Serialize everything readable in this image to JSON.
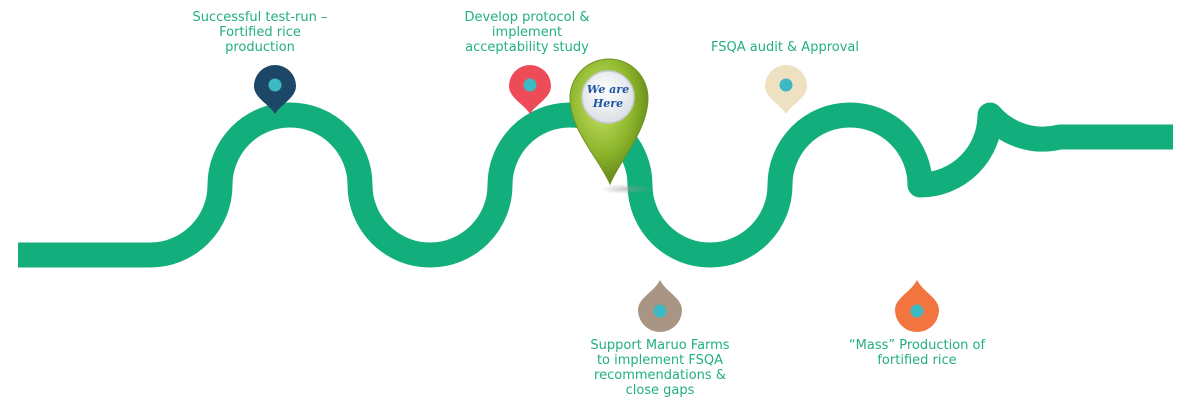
{
  "milestones": [
    {
      "lines": [
        "Successful test-run –",
        "Fortified rice",
        "production"
      ],
      "color": "#1d4767"
    },
    {
      "lines": [
        "Develop protocol &",
        "implement",
        "acceptability study"
      ],
      "color": "#ee4b59"
    },
    {
      "lines": [
        "FSQA audit & Approval"
      ],
      "color": "#ede1c2"
    },
    {
      "lines": [
        "Support Maruo Farms",
        "to implement FSQA",
        "recommendations &",
        "close gaps"
      ],
      "color": "#a89583"
    },
    {
      "lines": [
        "“Mass” Production of",
        "fortified rice"
      ],
      "color": "#f2753f"
    }
  ],
  "current_marker": {
    "line1": "We are",
    "line2": "Here",
    "color": "#8ab32a"
  },
  "colors": {
    "road": "#12ae7c",
    "label": "#22b07d",
    "pin_dot": "#3cb9c3"
  }
}
